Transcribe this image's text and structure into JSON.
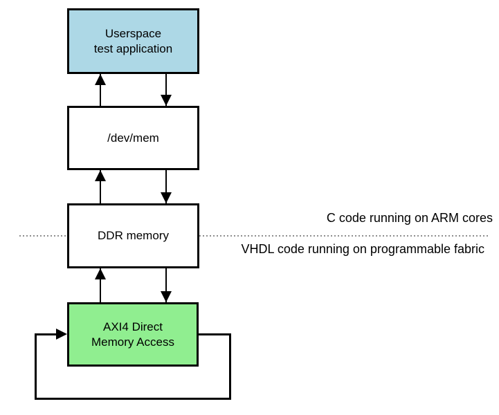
{
  "diagram": {
    "boxes": [
      {
        "id": "userspace",
        "label": "Userspace\ntest application",
        "fill": "#ADD8E6"
      },
      {
        "id": "devmem",
        "label": "/dev/mem",
        "fill": "#FFFFFF"
      },
      {
        "id": "ddr",
        "label": "DDR memory",
        "fill": "#FFFFFF"
      },
      {
        "id": "axi4-dma",
        "label": "AXI4 Direct\nMemory Access",
        "fill": "#90EE90"
      }
    ],
    "annotations": {
      "arm_side": "C code running on ARM cores",
      "fabric_side": "VHDL code running on programmable fabric"
    },
    "edges": [
      {
        "from": "Userspace test application",
        "to": "/dev/mem",
        "direction": "bidirectional"
      },
      {
        "from": "/dev/mem",
        "to": "DDR memory",
        "direction": "bidirectional"
      },
      {
        "from": "DDR memory",
        "to": "AXI4 Direct Memory Access",
        "direction": "bidirectional"
      },
      {
        "from": "AXI4 Direct Memory Access",
        "to": "AXI4 Direct Memory Access",
        "direction": "self-loop"
      }
    ],
    "colors": {
      "line": "#000000",
      "divider": "#8C8C8C",
      "userspace_fill": "#ADD8E6",
      "dma_fill": "#90EE90",
      "plain_fill": "#FFFFFF"
    }
  }
}
